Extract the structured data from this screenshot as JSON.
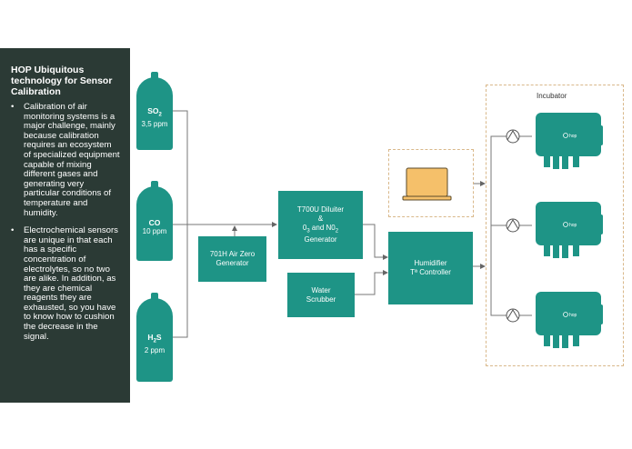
{
  "panel": {
    "title": "HOP Ubiquitous technology for Sensor Calibration",
    "bullets": [
      "Calibration of air monitoring systems is a major challenge, mainly because calibration requires an ecosystem of specialized equipment capable of mixing different gases and generating very particular conditions of temperature and humidity.",
      "Electrochemical sensors are unique in that each has a specific concentration of electrolytes, so no two are alike. In addition, as they are chemical reagents they are exhausted, so you have to know how to cushion the decrease in the signal."
    ]
  },
  "cylinders": [
    {
      "gas_main": "SO",
      "gas_sub": "2",
      "gas_tail": "",
      "amount": "3,5 ppm"
    },
    {
      "gas_main": "CO",
      "gas_sub": "",
      "gas_tail": "",
      "amount": "10 ppm"
    },
    {
      "gas_main": "H",
      "gas_sub": "2",
      "gas_tail": "S",
      "amount": "2 ppm"
    }
  ],
  "boxes": {
    "air_zero": "701H Air Zero Generator",
    "diluter_l1": "T700U Diluiter",
    "diluter_l2": "&",
    "diluter_l3a": "0",
    "diluter_l3sub": "3",
    "diluter_l3b": " and N0",
    "diluter_l3sub2": "2",
    "diluter_l4": "Generator",
    "water_scrubber_l1": "Water",
    "water_scrubber_l2": "Scrubber",
    "humidifier_l1": "Humidifier",
    "humidifier_l2": "Tª Controller"
  },
  "incubator": {
    "label": "Incubator",
    "device_logo": "hop"
  },
  "colors": {
    "teal": "#1e9486",
    "dark_panel": "#2b3a35",
    "laptop": "#f5c06a",
    "dashed_border": "#d9b88a",
    "line": "#666666"
  }
}
